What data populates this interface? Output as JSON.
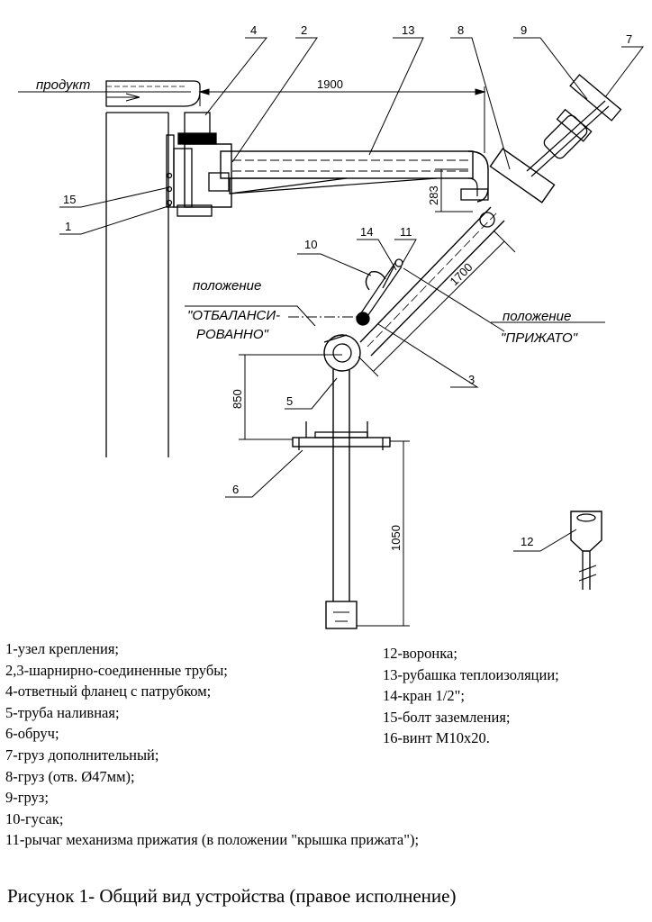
{
  "drawing": {
    "callouts": [
      "4",
      "2",
      "13",
      "8",
      "9",
      "7",
      "15",
      "1",
      "14",
      "11",
      "10",
      "5",
      "6",
      "3",
      "12"
    ],
    "dimensions": {
      "arm_length": "1900",
      "drop": "283",
      "diag_length": "1700",
      "upper_height": "850",
      "lower_height": "1050"
    },
    "labels": {
      "product": "продукт",
      "pos_left_line1": "положение",
      "pos_left_line2": "\"ОТБАЛАНСИ-",
      "pos_left_line3": "РОВАННО\"",
      "pos_right_line1": "положение",
      "pos_right_line2": "\"ПРИЖАТО\""
    }
  },
  "legend": {
    "left": [
      "1-узел крепления;",
      "2,3-шарнирно-соединенные трубы;",
      "4-ответный фланец с патрубком;",
      "5-труба наливная;",
      "6-обруч;",
      "7-груз дополнительный;",
      "8-груз (отв. Ø47мм);",
      "9-груз;",
      "10-гусак;",
      "11-рычаг механизма прижатия (в положении \"крышка прижата\");"
    ],
    "right": [
      "12-воронка;",
      "13-рубашка теплоизоляции;",
      "14-кран 1/2\";",
      "15-болт заземления;",
      "16-винт М10х20."
    ]
  },
  "caption": "Рисунок 1- Общий вид устройства (правое исполнение)"
}
